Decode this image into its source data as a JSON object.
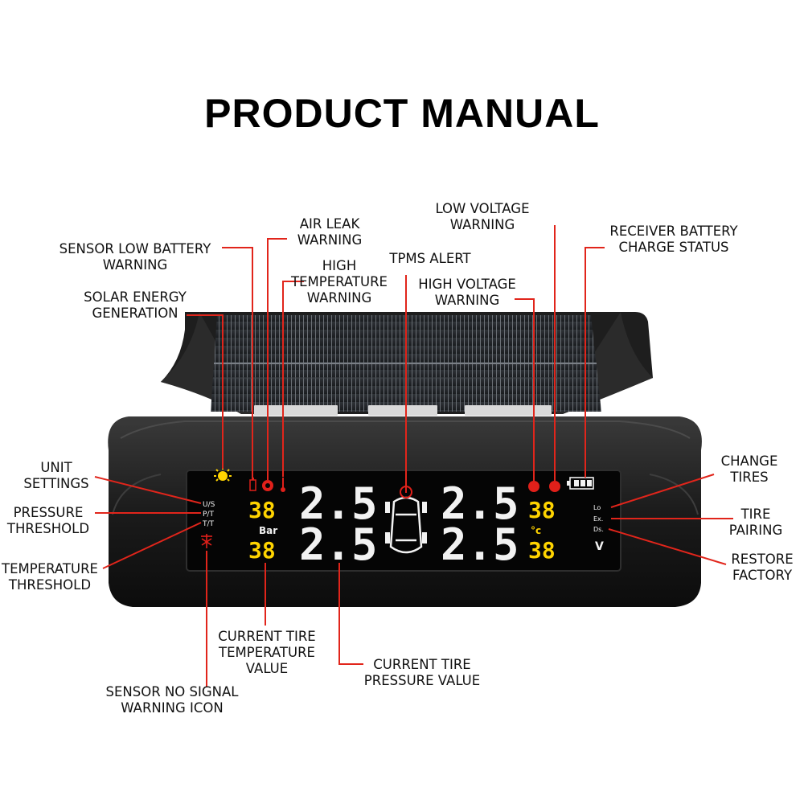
{
  "title": "PRODUCT MANUAL",
  "colors": {
    "leader_line": "#e1251b",
    "lcd_white": "#f2f2f2",
    "lcd_yellow": "#ffd400",
    "lcd_red": "#e0201a",
    "device_body": "#1a1a1a"
  },
  "callouts": {
    "sensor_low_battery": [
      "SENSOR LOW BATTERY",
      "WARNING"
    ],
    "air_leak": [
      "AIR LEAK",
      "WARNING"
    ],
    "high_temperature": [
      "HIGH",
      "TEMPERATURE",
      "WARNING"
    ],
    "tpms_alert": [
      "TPMS ALERT"
    ],
    "low_voltage": [
      "LOW VOLTAGE",
      "WARNING"
    ],
    "high_voltage": [
      "HIGH VOLTAGE",
      "WARNING"
    ],
    "receiver_battery": [
      "RECEIVER BATTERY",
      "CHARGE STATUS"
    ],
    "solar_energy": [
      "SOLAR ENERGY",
      "GENERATION"
    ],
    "unit_settings": [
      "UNIT",
      "SETTINGS"
    ],
    "pressure_threshold": [
      "PRESSURE",
      "THRESHOLD"
    ],
    "temperature_threshold": [
      "TEMPERATURE",
      "THRESHOLD"
    ],
    "change_tires": [
      "CHANGE",
      "TIRES"
    ],
    "tire_pairing": [
      "TIRE",
      "PAIRING"
    ],
    "restore_factory": [
      "RESTORE",
      "FACTORY"
    ],
    "current_tire_temperature": [
      "CURRENT TIRE",
      "TEMPERATURE",
      "VALUE"
    ],
    "current_tire_pressure": [
      "CURRENT TIRE",
      "PRESSURE VALUE"
    ],
    "sensor_no_signal": [
      "SENSOR NO SIGNAL",
      "WARNING ICON"
    ]
  },
  "display": {
    "pressure_values": [
      "2.5",
      "2.5",
      "2.5",
      "2.5"
    ],
    "temperature_values": [
      "38",
      "38",
      "38",
      "38"
    ],
    "pressure_unit": "Bar",
    "temperature_unit": "°c",
    "voltage_unit": "V",
    "left_modes": [
      "U/S",
      "P/T",
      "T/T"
    ],
    "right_modes": [
      "Lo",
      "Ex.",
      "Ds."
    ]
  }
}
